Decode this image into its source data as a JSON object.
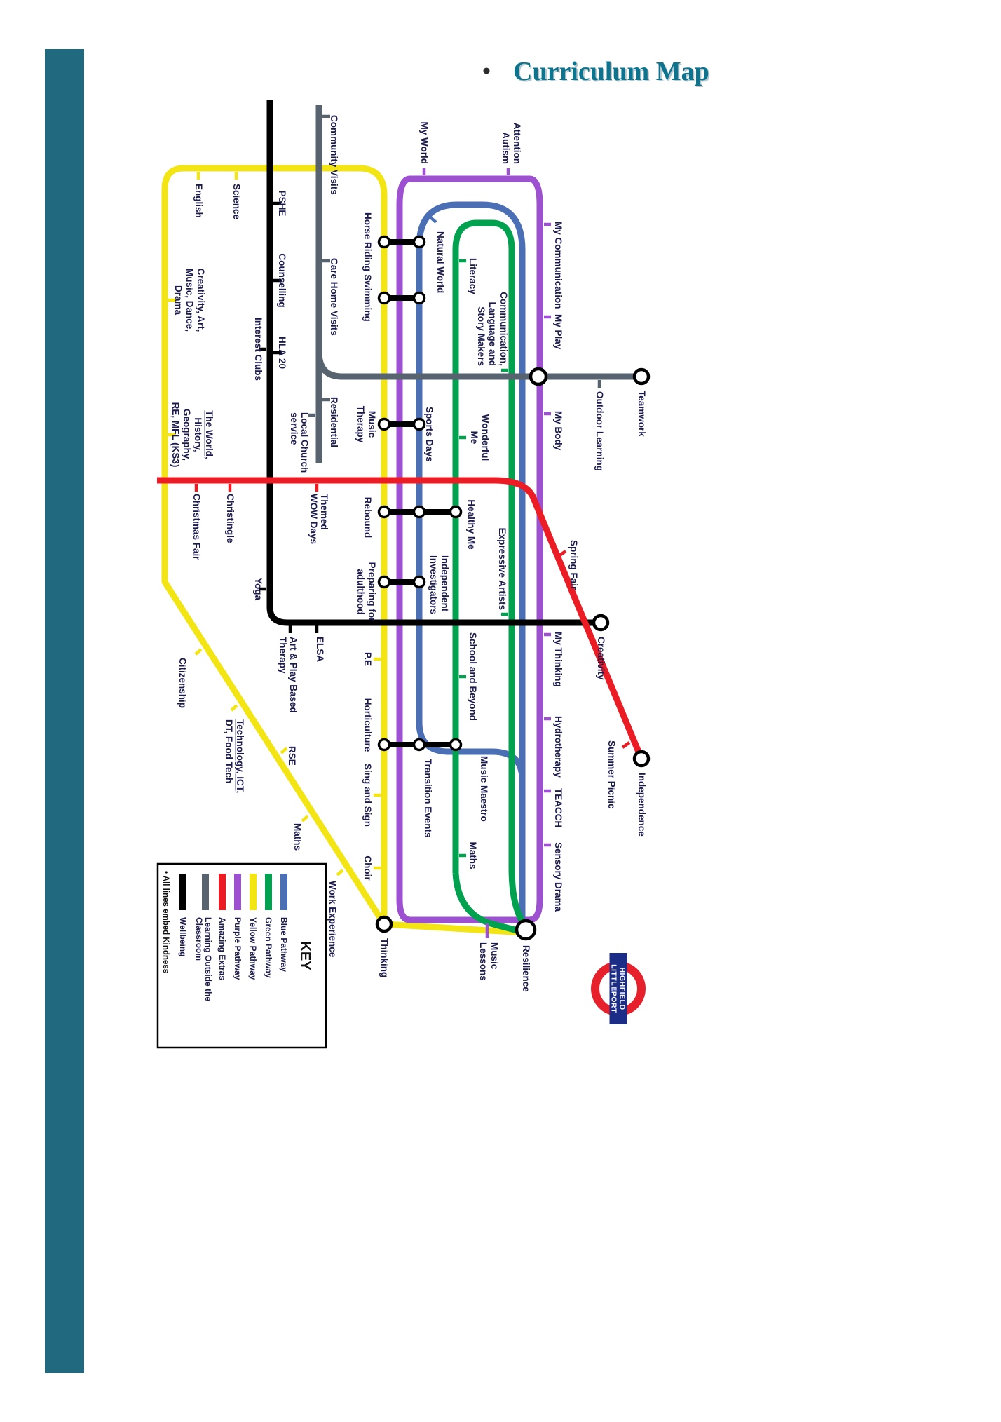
{
  "page": {
    "title": "Curriculum Map",
    "accent_color": "#0d7490",
    "sidebar_color": "#20697f"
  },
  "legend": {
    "title": "KEY",
    "items": [
      {
        "label": "Blue Pathway",
        "color": "#4a6fb5"
      },
      {
        "label": "Green Pathway",
        "color": "#00a14f"
      },
      {
        "label": "Yellow Pathway",
        "color": "#f2e513"
      },
      {
        "label": "Purple Pathway",
        "color": "#9d50d0"
      },
      {
        "label": "Amazing Extras",
        "color": "#ec1c24"
      },
      {
        "label": "Learning Outside the",
        "label2": "Classroom",
        "color": "#57636e"
      },
      {
        "label": "Wellbeing",
        "color": "#000000"
      }
    ],
    "footnote": "• All lines embed Kindness"
  },
  "roundel": {
    "line1": "HIGHFIELD",
    "line2": "LITTLEPORT"
  },
  "stations": {
    "community_visits": {
      "lines": [
        "Community Visits"
      ]
    },
    "pshe": {
      "lines": [
        "PSHE"
      ]
    },
    "science": {
      "lines": [
        "Science"
      ]
    },
    "english": {
      "lines": [
        "English"
      ]
    },
    "counselling": {
      "lines": [
        "Counselling"
      ]
    },
    "care_home_visits": {
      "lines": [
        "Care Home Visits"
      ]
    },
    "horse_riding": {
      "lines": [
        "Horse Riding"
      ]
    },
    "swimming": {
      "lines": [
        "Swimming"
      ]
    },
    "natural_world": {
      "lines": [
        "Natural World"
      ]
    },
    "my_world": {
      "lines": [
        "My World"
      ]
    },
    "attention_autism": {
      "lines": [
        "Attention",
        "Autism"
      ]
    },
    "my_communication": {
      "lines": [
        "My Communication"
      ]
    },
    "comm_lang_story": {
      "lines": [
        "Communication,",
        "Language and",
        "Story Makers"
      ]
    },
    "literacy": {
      "lines": [
        "Literacy"
      ]
    },
    "my_play": {
      "lines": [
        "My Play"
      ]
    },
    "creativity_arts": {
      "lines": [
        "Creativity, Art,",
        "Music, Dance,",
        "Drama"
      ]
    },
    "interest_clubs": {
      "lines": [
        "Interest Clubs"
      ]
    },
    "hla20": {
      "lines": [
        "HLA 20"
      ]
    },
    "teamwork": {
      "lines": [
        "Teamwork"
      ]
    },
    "outdoor_learning": {
      "lines": [
        "Outdoor Learning"
      ]
    },
    "my_body": {
      "lines": [
        "My Body"
      ]
    },
    "the_world": {
      "lines": [
        "The World,",
        "History,",
        "Geography,",
        "RE, MFL (KS3)"
      ]
    },
    "local_church": {
      "lines": [
        "Local Church",
        "service"
      ]
    },
    "residential": {
      "lines": [
        "Residential"
      ]
    },
    "music_therapy": {
      "lines": [
        "Music",
        "Therapy"
      ]
    },
    "sports_days": {
      "lines": [
        "Sports Days"
      ]
    },
    "wonderful_me": {
      "lines": [
        "Wonderful",
        "Me"
      ]
    },
    "christmas_fair": {
      "lines": [
        "Christmas Fair"
      ]
    },
    "christingle": {
      "lines": [
        "Christingle"
      ]
    },
    "themed_wow": {
      "lines": [
        "Themed",
        "WOW Days"
      ]
    },
    "rebound": {
      "lines": [
        "Rebound"
      ]
    },
    "healthy_me": {
      "lines": [
        "Healthy Me"
      ]
    },
    "expressive_artists": {
      "lines": [
        "Expressive Artists"
      ]
    },
    "spring_fair": {
      "lines": [
        "Spring Fair"
      ]
    },
    "creativity": {
      "lines": [
        "Creativity"
      ]
    },
    "yoga": {
      "lines": [
        "Yoga"
      ]
    },
    "preparing_adulthood": {
      "lines": [
        "Preparing for",
        "adulthood"
      ]
    },
    "independent_inv": {
      "lines": [
        "Independent",
        "Investigators"
      ]
    },
    "elsa": {
      "lines": [
        "ELSA"
      ]
    },
    "art_play_therapy": {
      "lines": [
        "Art & Play Based",
        "Therapy"
      ]
    },
    "pe": {
      "lines": [
        "P.E"
      ]
    },
    "school_beyond": {
      "lines": [
        "School and Beyond"
      ]
    },
    "my_thinking": {
      "lines": [
        "My Thinking"
      ]
    },
    "hydrotherapy": {
      "lines": [
        "Hydrotherapy"
      ]
    },
    "citizenship": {
      "lines": [
        "Citizenship"
      ]
    },
    "horticulture": {
      "lines": [
        "Horticulture"
      ]
    },
    "technology": {
      "lines": [
        "Technology, ICT,",
        "DT, Food Tech"
      ]
    },
    "rse": {
      "lines": [
        "RSE"
      ]
    },
    "sing_sign": {
      "lines": [
        "Sing and Sign"
      ]
    },
    "transition_events": {
      "lines": [
        "Transition Events"
      ]
    },
    "music_maestro": {
      "lines": [
        "Music Maestro"
      ]
    },
    "teacch": {
      "lines": [
        "TEACCH"
      ]
    },
    "summer_picnic": {
      "lines": [
        "Summer Picnic"
      ]
    },
    "independence": {
      "lines": [
        "Independence"
      ]
    },
    "maths_yellow": {
      "lines": [
        "Maths"
      ]
    },
    "choir": {
      "lines": [
        "Choir"
      ]
    },
    "work_experience": {
      "lines": [
        "Work Experience"
      ]
    },
    "thinking": {
      "lines": [
        "Thinking"
      ]
    },
    "music_lessons": {
      "lines": [
        "Music",
        "Lessons"
      ]
    },
    "resilience": {
      "lines": [
        "Resilience"
      ]
    },
    "sensory_drama": {
      "lines": [
        "Sensory Drama"
      ]
    },
    "maths_green": {
      "lines": [
        "Maths"
      ]
    }
  }
}
